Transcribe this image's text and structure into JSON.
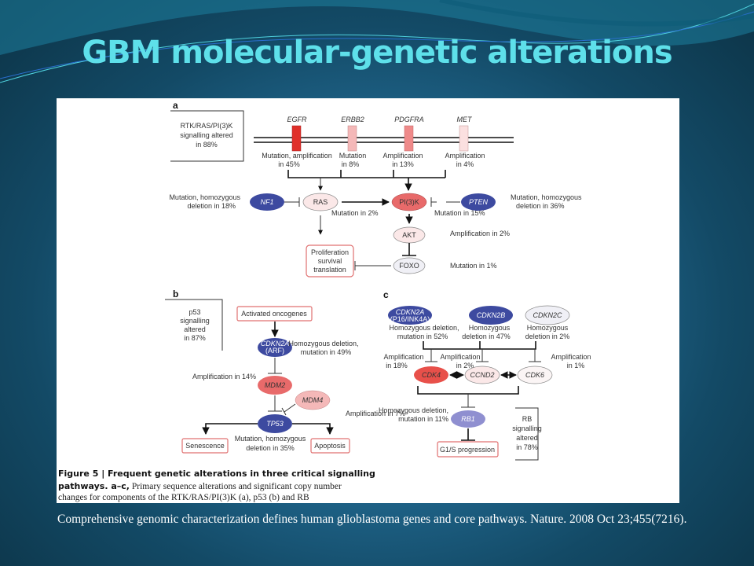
{
  "slide": {
    "title": "GBM molecular-genetic alterations",
    "citation": "Comprehensive genomic characterization defines human glioblastoma genes and core pathways. Nature. 2008 Oct 23;455(7216)."
  },
  "colors": {
    "title": "#5ee0ea",
    "blue_node": "#3d4aa0",
    "red_strong": "#e0302a",
    "red_mid": "#e86a6a",
    "pink": "#f4b8b8",
    "pale": "#fbe8e8",
    "lavender": "#8f8fd0"
  },
  "figure": {
    "panel_a": {
      "label": "a",
      "summary": [
        "RTK/RAS/PI(3)K",
        "signalling altered",
        "in 88%"
      ],
      "receptors": [
        {
          "name": "EGFR",
          "note": [
            "Mutation, amplification",
            "in 45%"
          ]
        },
        {
          "name": "ERBB2",
          "note": [
            "Mutation",
            "in 8%"
          ]
        },
        {
          "name": "PDGFRA",
          "note": [
            "Amplification",
            "in 13%"
          ]
        },
        {
          "name": "MET",
          "note": [
            "Amplification",
            "in 4%"
          ]
        }
      ],
      "nf1": {
        "name": "NF1",
        "note": [
          "Mutation, homozygous",
          "deletion in 18%"
        ]
      },
      "ras": {
        "name": "RAS",
        "note": "Mutation in 2%"
      },
      "pi3k": {
        "name": "PI(3)K",
        "note": "Mutation in 15%"
      },
      "pten": {
        "name": "PTEN",
        "note": [
          "Mutation, homozygous",
          "deletion in 36%"
        ]
      },
      "akt": {
        "name": "AKT",
        "note": "Amplification in 2%"
      },
      "foxo": {
        "name": "FOXO",
        "note": "Mutation in 1%"
      },
      "outcome": [
        "Proliferation",
        "survival",
        "translation"
      ]
    },
    "panel_b": {
      "label": "b",
      "summary": [
        "p53",
        "signalling",
        "altered",
        "in 87%"
      ],
      "oncogenes": "Activated oncogenes",
      "cdkn2a": {
        "name": [
          "CDKN2A",
          "(ARF)"
        ],
        "note": [
          "Homozygous deletion,",
          "mutation in 49%"
        ]
      },
      "mdm2": {
        "name": "MDM2",
        "note": "Amplification in 14%"
      },
      "mdm4": {
        "name": "MDM4",
        "note": "Amplification in 7%"
      },
      "tp53": {
        "name": "TP53",
        "note": [
          "Mutation, homozygous",
          "deletion in 35%"
        ]
      },
      "senescence": "Senescence",
      "apoptosis": "Apoptosis"
    },
    "panel_c": {
      "label": "c",
      "cdkn2a": {
        "name": [
          "CDKN2A",
          "(P16/INK4A)"
        ],
        "note": [
          "Homozygous deletion,",
          "mutation in 52%"
        ]
      },
      "cdkn2b": {
        "name": "CDKN2B",
        "note": [
          "Homozygous",
          "deletion in 47%"
        ]
      },
      "cdkn2c": {
        "name": "CDKN2C",
        "note": [
          "Homozygous",
          "deletion in 2%"
        ]
      },
      "cdk4": {
        "name": "CDK4",
        "note": [
          "Amplification",
          "in 18%"
        ]
      },
      "ccnd2": {
        "name": "CCND2",
        "note": [
          "Amplification",
          "in 2%"
        ]
      },
      "cdk6": {
        "name": "CDK6",
        "note": [
          "Amplification",
          "in 1%"
        ]
      },
      "rb1": {
        "name": "RB1",
        "note": [
          "Homozygous deletion,",
          "mutation in 11%"
        ]
      },
      "g1s": "G1/S progression",
      "summary": [
        "RB",
        "signalling",
        "altered",
        "in 78%"
      ]
    },
    "caption": {
      "bold_title": "Figure 5 | Frequent genetic alterations in three critical signalling",
      "bold_lead": "pathways.  a–c,",
      "line2_rest": " Primary sequence alterations and significant copy number",
      "line3": "changes for components of the RTK/RAS/PI(3)K (a), p53 (b) and RB"
    }
  }
}
